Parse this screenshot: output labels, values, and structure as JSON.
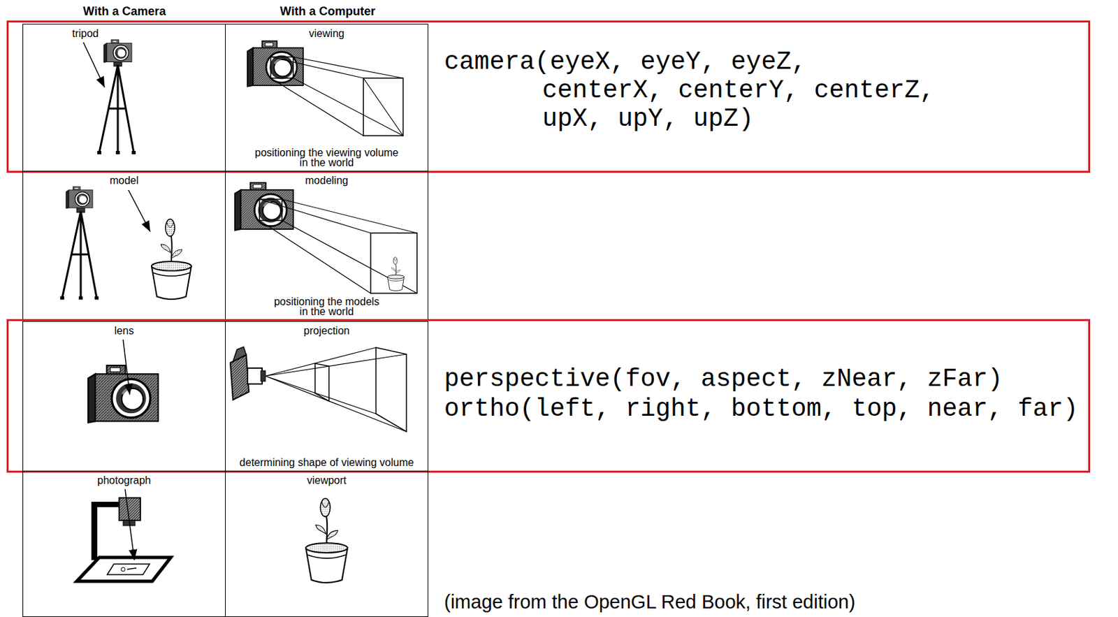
{
  "diagram": {
    "caption": "(image from the OpenGL Red Book, first edition)",
    "nodes": [
      {
        "text": [
          "camera(eyeX, eyeY, eyeZ, centerX, centerY, centerZ, upX, upY, upZ)"
        ]
      },
      {
        "text": [
          "tripod"
        ],
        "in": 0
      },
      {
        "text": [
          "viewing",
          "positioning the viewing volume in the world"
        ],
        "in": 0
      },
      {
        "text": [
          "model"
        ]
      },
      {
        "text": [
          "modeling",
          "positioning the models in the world"
        ]
      },
      {
        "text": [
          "perspective(fov, aspect, zNear, zFar)",
          "ortho(left, right, bottom, top, near, far)"
        ]
      },
      {
        "text": [
          "lens"
        ],
        "in": 5
      },
      {
        "text": [
          "projection",
          "determining shape of viewing volume"
        ],
        "in": 5
      },
      {
        "text": [
          "photograph"
        ]
      },
      {
        "text": [
          "viewport"
        ]
      }
    ],
    "labels": [
      "With a Camera",
      "With a Computer"
    ]
  }
}
